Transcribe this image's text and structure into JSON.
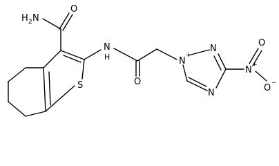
{
  "molecule": {
    "atoms": {
      "amide_n": {
        "main": "H",
        "sub": "2",
        "tail": "N"
      },
      "amide_o": {
        "main": "O"
      },
      "nh": {
        "main": "N",
        "below": "H"
      },
      "carbonyl_o": {
        "main": "O"
      },
      "sulfur": {
        "main": "S"
      },
      "triazole_n1": {
        "main": "N",
        "charge": "+"
      },
      "triazole_n2": {
        "main": "N"
      },
      "triazole_n4": {
        "main": "N"
      },
      "nitro_n": {
        "main": "N",
        "charge": "+"
      },
      "nitro_o_double": {
        "main": "O"
      },
      "nitro_o_minus": {
        "main": "O",
        "charge": "−"
      }
    }
  }
}
